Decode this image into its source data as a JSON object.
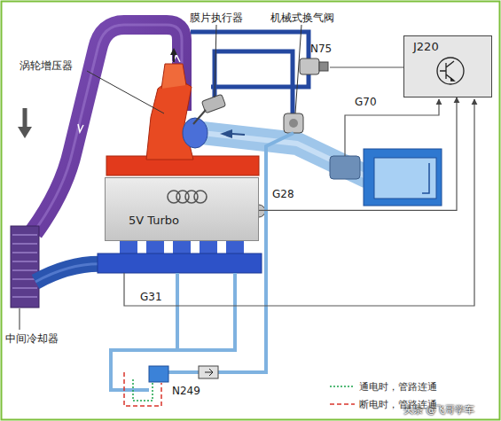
{
  "diagram": {
    "nodes": [
      {
        "text": [
          "J220"
        ]
      },
      {
        "text": [
          "5V Turbo"
        ]
      }
    ],
    "edges": [
      {
        "from": 1,
        "to": 0,
        "arrow": "to"
      }
    ],
    "labels": [
      "涡轮增压器",
      "膜片执行器",
      "机械式换气阀",
      "N75",
      "G70",
      "G28",
      "G31",
      "中间冷却器",
      "N249",
      "头条 @飞哥学车"
    ],
    "legend": [
      {
        "text": "通电时，管路连通"
      },
      {
        "text": "断电时，管路连通"
      }
    ]
  }
}
